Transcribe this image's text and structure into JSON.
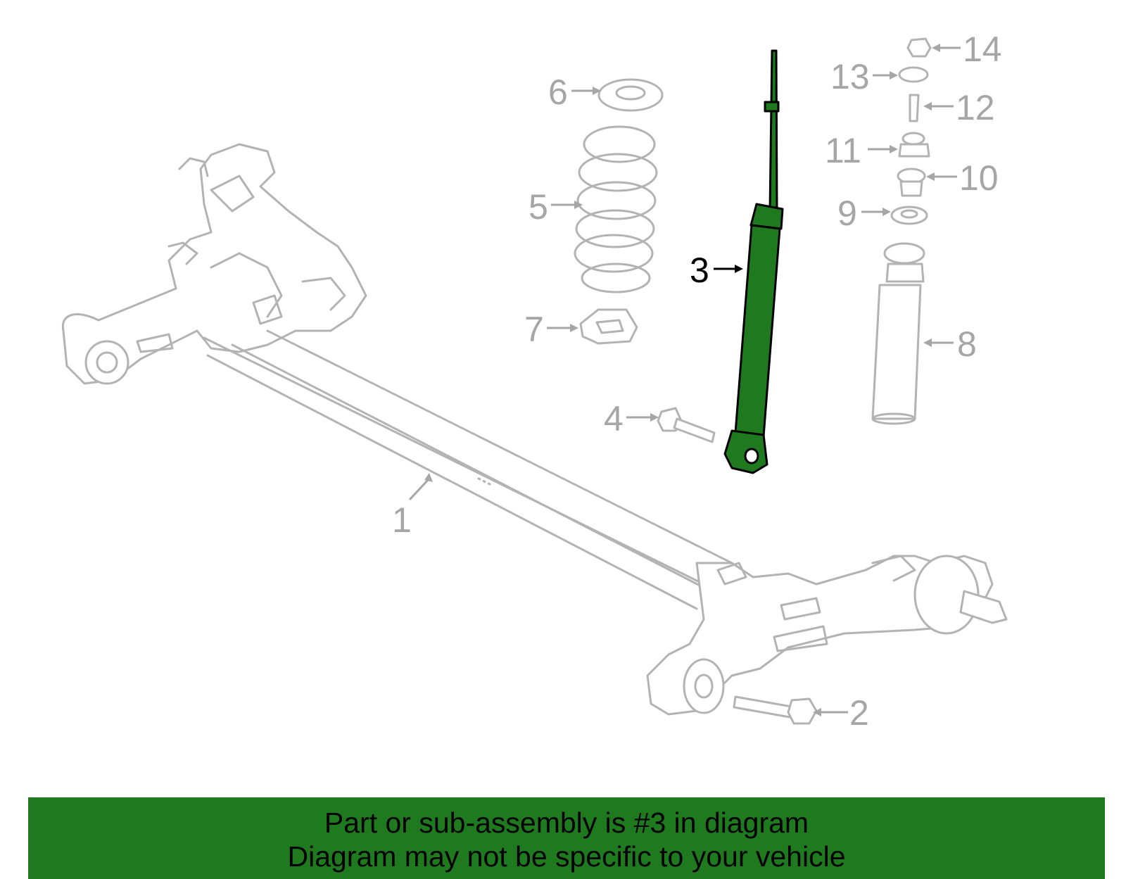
{
  "highlight_color": "#1f7a1f",
  "diagram": {
    "callouts": [
      {
        "id": "1",
        "label": "1",
        "highlighted": false
      },
      {
        "id": "2",
        "label": "2",
        "highlighted": false
      },
      {
        "id": "3",
        "label": "3",
        "highlighted": true
      },
      {
        "id": "4",
        "label": "4",
        "highlighted": false
      },
      {
        "id": "5",
        "label": "5",
        "highlighted": false
      },
      {
        "id": "6",
        "label": "6",
        "highlighted": false
      },
      {
        "id": "7",
        "label": "7",
        "highlighted": false
      },
      {
        "id": "8",
        "label": "8",
        "highlighted": false
      },
      {
        "id": "9",
        "label": "9",
        "highlighted": false
      },
      {
        "id": "10",
        "label": "10",
        "highlighted": false
      },
      {
        "id": "11",
        "label": "11",
        "highlighted": false
      },
      {
        "id": "12",
        "label": "12",
        "highlighted": false
      },
      {
        "id": "13",
        "label": "13",
        "highlighted": false
      },
      {
        "id": "14",
        "label": "14",
        "highlighted": false
      }
    ]
  },
  "footer": {
    "line1": "Part or sub-assembly is #3 in diagram",
    "line2": "Diagram may not be specific to your vehicle"
  }
}
